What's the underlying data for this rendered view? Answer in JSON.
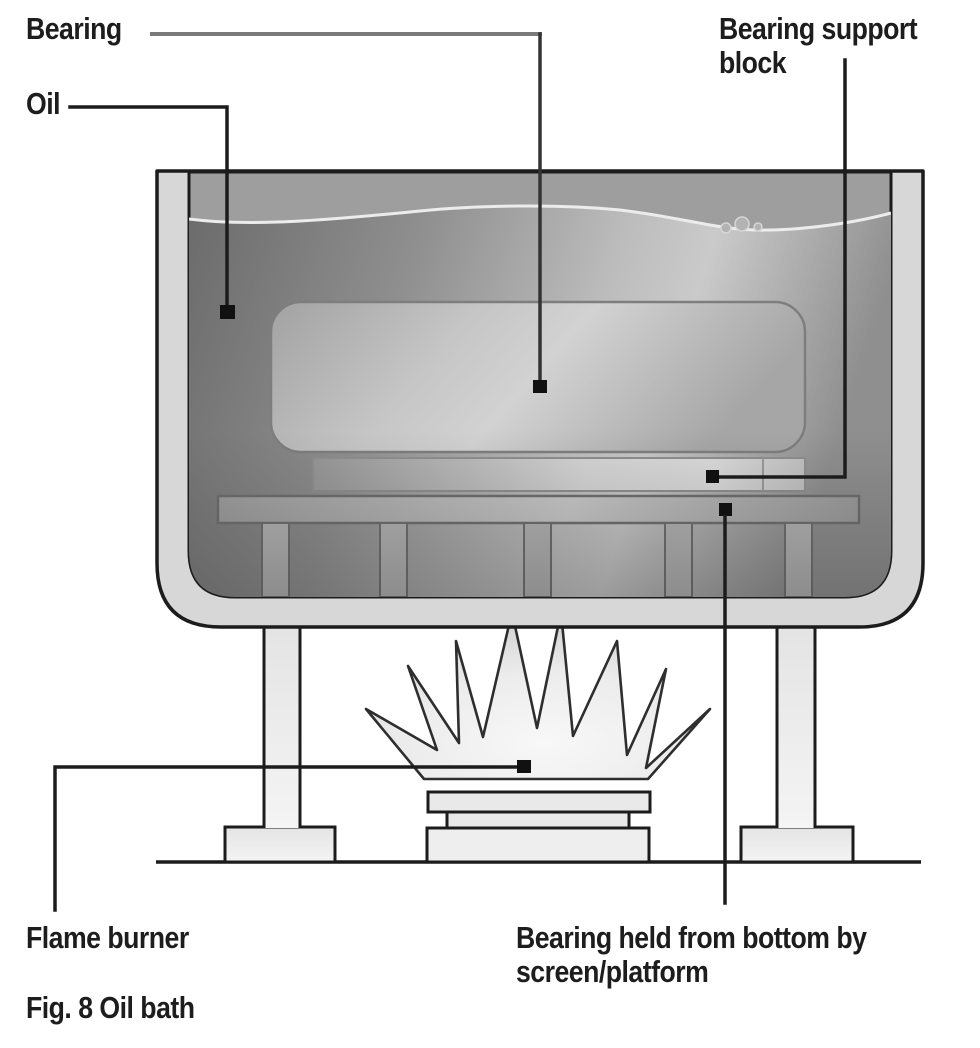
{
  "figure": {
    "caption": "Fig. 8 Oil bath",
    "labels": {
      "bearing": "Bearing",
      "oil": "Oil",
      "bearing_support_block": "Bearing support\nblock",
      "flame_burner": "Flame burner",
      "bearing_held": "Bearing held from bottom by\nscreen/platform"
    },
    "colors": {
      "ink": "#1c1c1c",
      "leader_gray": "#7a7a7a",
      "oil_dark": "#6b6b6b",
      "oil_light": "#cacaca",
      "oil_surface_highlight": "#ececec",
      "tank_wall": "#d7d7d7",
      "metal_light": "#ededed",
      "flame_fill": "#f6f6f6"
    }
  }
}
